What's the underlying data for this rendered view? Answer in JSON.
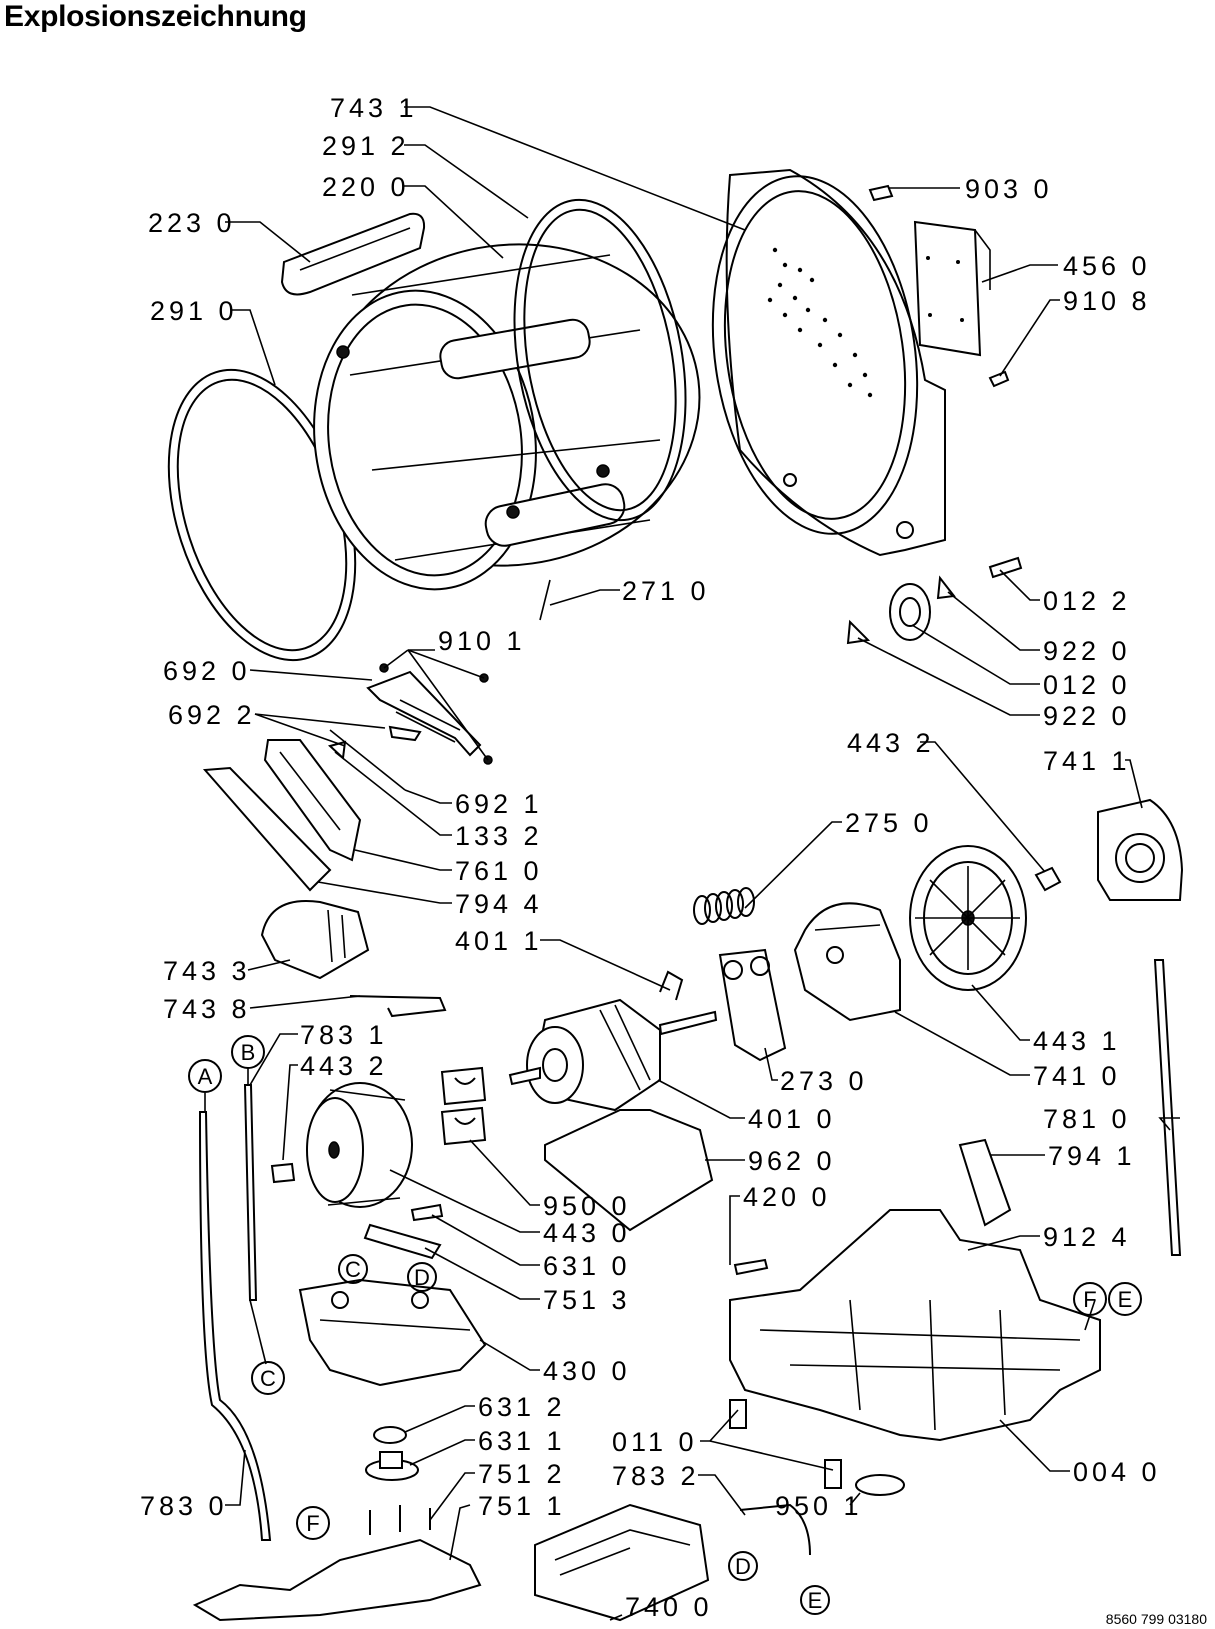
{
  "title": "Explosionszeichnung",
  "document_number": "8560 799 03180",
  "callouts": [
    {
      "id": "c1",
      "text": "743 1"
    },
    {
      "id": "c2",
      "text": "291 2"
    },
    {
      "id": "c3",
      "text": "220 0"
    },
    {
      "id": "c4",
      "text": "223 0"
    },
    {
      "id": "c5",
      "text": "291 0"
    },
    {
      "id": "c6",
      "text": "903 0"
    },
    {
      "id": "c7",
      "text": "456 0"
    },
    {
      "id": "c8",
      "text": "910 8"
    },
    {
      "id": "c9",
      "text": "271 0"
    },
    {
      "id": "c10",
      "text": "012 2"
    },
    {
      "id": "c11",
      "text": "910 1"
    },
    {
      "id": "c12",
      "text": "922 0"
    },
    {
      "id": "c13",
      "text": "692 0"
    },
    {
      "id": "c14",
      "text": "012 0"
    },
    {
      "id": "c15",
      "text": "692 2"
    },
    {
      "id": "c16",
      "text": "922 0"
    },
    {
      "id": "c17",
      "text": "443 2"
    },
    {
      "id": "c18",
      "text": "741 1"
    },
    {
      "id": "c19",
      "text": "692 1"
    },
    {
      "id": "c20",
      "text": "275 0"
    },
    {
      "id": "c21",
      "text": "133 2"
    },
    {
      "id": "c22",
      "text": "761 0"
    },
    {
      "id": "c23",
      "text": "794 4"
    },
    {
      "id": "c24",
      "text": "401 1"
    },
    {
      "id": "c25",
      "text": "743 3"
    },
    {
      "id": "c26",
      "text": "443 1"
    },
    {
      "id": "c27",
      "text": "743 8"
    },
    {
      "id": "c28",
      "text": "741 0"
    },
    {
      "id": "c29",
      "text": "783 1"
    },
    {
      "id": "c30",
      "text": "443 2"
    },
    {
      "id": "c31",
      "text": "273 0"
    },
    {
      "id": "c32",
      "text": "401 0"
    },
    {
      "id": "c33",
      "text": "781 0"
    },
    {
      "id": "c34",
      "text": "962 0"
    },
    {
      "id": "c35",
      "text": "794 1"
    },
    {
      "id": "c36",
      "text": "420 0"
    },
    {
      "id": "c37",
      "text": "950 0"
    },
    {
      "id": "c38",
      "text": "443 0"
    },
    {
      "id": "c39",
      "text": "912 4"
    },
    {
      "id": "c40",
      "text": "631 0"
    },
    {
      "id": "c41",
      "text": "751 3"
    },
    {
      "id": "c42",
      "text": "430 0"
    },
    {
      "id": "c43",
      "text": "631 2"
    },
    {
      "id": "c44",
      "text": "631 1"
    },
    {
      "id": "c45",
      "text": "011 0"
    },
    {
      "id": "c46",
      "text": "004 0"
    },
    {
      "id": "c47",
      "text": "751 2"
    },
    {
      "id": "c48",
      "text": "783 2"
    },
    {
      "id": "c49",
      "text": "950 1"
    },
    {
      "id": "c50",
      "text": "783 0"
    },
    {
      "id": "c51",
      "text": "751 1"
    },
    {
      "id": "c52",
      "text": "740 0"
    }
  ],
  "connector_markers": [
    {
      "id": "m1",
      "text": "A"
    },
    {
      "id": "m2",
      "text": "B"
    },
    {
      "id": "m3",
      "text": "C"
    },
    {
      "id": "m4",
      "text": "D"
    },
    {
      "id": "m5",
      "text": "C"
    },
    {
      "id": "m6",
      "text": "F"
    },
    {
      "id": "m7",
      "text": "E"
    },
    {
      "id": "m8",
      "text": "F"
    },
    {
      "id": "m9",
      "text": "D"
    },
    {
      "id": "m10",
      "text": "E"
    }
  ]
}
